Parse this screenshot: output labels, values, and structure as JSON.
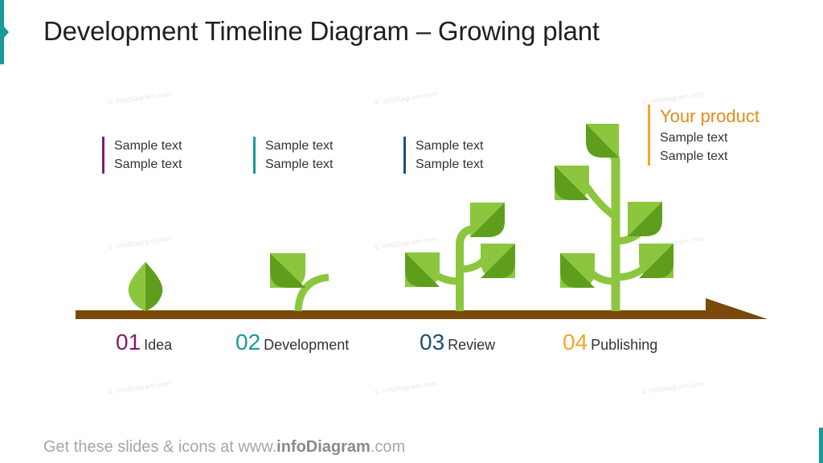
{
  "title": "Development Timeline Diagram – Growing plant",
  "watermark": "© infoDiagram.com",
  "stages": [
    {
      "number": "01",
      "label": "Idea",
      "color": "#8b1a6b",
      "text_lines": [
        "Sample text",
        "Sample text"
      ]
    },
    {
      "number": "02",
      "label": "Development",
      "color": "#1a9a9a",
      "text_lines": [
        "Sample text",
        "Sample text"
      ]
    },
    {
      "number": "03",
      "label": "Review",
      "color": "#1f4e79",
      "text_lines": [
        "Sample text",
        "Sample text"
      ]
    },
    {
      "number": "04",
      "label": "Publishing",
      "color": "#f5a623",
      "text_lines": [
        "Sample text",
        "Sample text"
      ]
    }
  ],
  "product": {
    "title": "Your product",
    "text_lines": [
      "Sample text",
      "Sample text"
    ],
    "color": "#e08d1c"
  },
  "footer": {
    "prefix": "Get these slides & icons at www.",
    "brand": "infoDiagram",
    "suffix": ".com"
  },
  "colors": {
    "ground": "#7a4a0c",
    "leaf_light": "#8cc63f",
    "leaf_dark": "#5e9e1c",
    "stem": "#8cc63f"
  }
}
